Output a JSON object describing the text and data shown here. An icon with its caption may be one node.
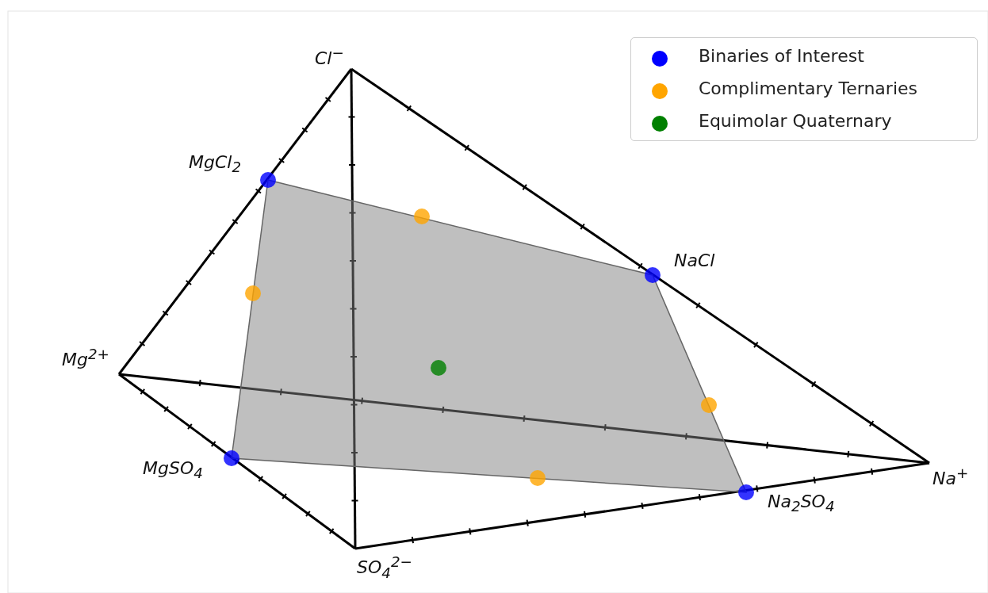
{
  "diagram": {
    "labels": [
      "Cl$^{−}$",
      "MgCl$_{2}$",
      "NaCl",
      "Mg$^{2+}$",
      "MgSO$_{4}$",
      "Na$^{+}$",
      "Na$_{2}$SO$_{4}$",
      "SO$_{4}$$^{2−}$"
    ],
    "legend": [
      {
        "text": "Binaries of Interest",
        "color": "#0000ff"
      },
      {
        "text": "Complimentary Ternaries",
        "color": "#ffa500"
      },
      {
        "text": "Equimolar Quaternary",
        "color": "#008000"
      }
    ]
  }
}
